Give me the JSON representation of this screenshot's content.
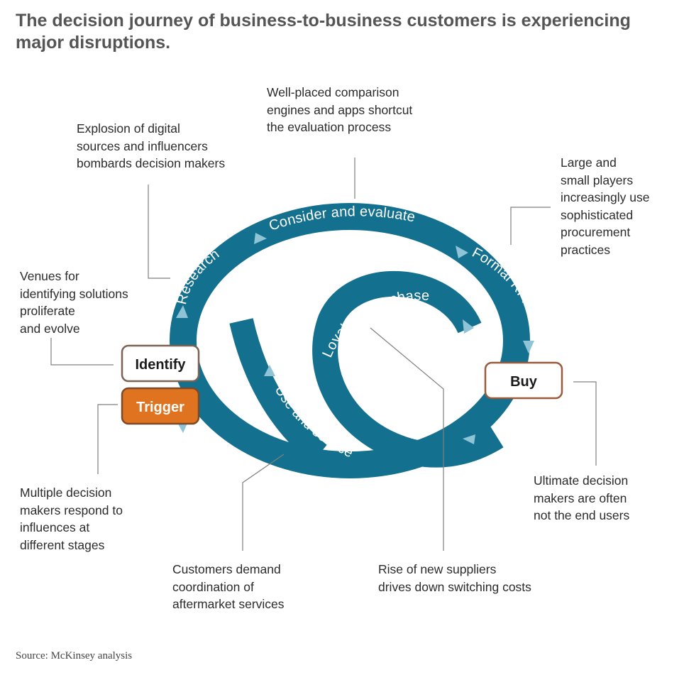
{
  "title": "The decision journey of business-to-business customers is experiencing major disruptions.",
  "colors": {
    "ring": "#13708f",
    "arrow": "#8fc4d6",
    "trigger_fill": "#e0731f",
    "box_border_identify": "#7a6255",
    "box_border_buy": "#9a5a3c",
    "leader_line": "#7f7f7f"
  },
  "stages": {
    "research": "Research",
    "consider": "Consider and evaluate",
    "formal_rfp": "Formal RFP",
    "loyalty": "Loyalty repurchase",
    "use_service": "Use and service"
  },
  "boxes": {
    "identify": "Identify",
    "trigger": "Trigger",
    "buy": "Buy"
  },
  "annotations": {
    "comparison": "Well-placed comparison\nengines and apps shortcut\nthe evaluation process",
    "explosion": "Explosion of digital\nsources and influencers\nbombards decision makers",
    "procurement": "Large and\nsmall players\nincreasingly use\nsophisticated\nprocurement\npractices",
    "venues": "Venues for\nidentifying solutions\nproliferate\nand evolve",
    "multiple": "Multiple decision\nmakers respond to\ninfluences at\ndifferent stages",
    "ultimate": "Ultimate decision\nmakers are often\nnot the end users",
    "aftermarket": "Customers demand\ncoordination of\naftermarket services",
    "suppliers": "Rise of new suppliers\ndrives down switching costs"
  },
  "source": "Source: McKinsey analysis"
}
